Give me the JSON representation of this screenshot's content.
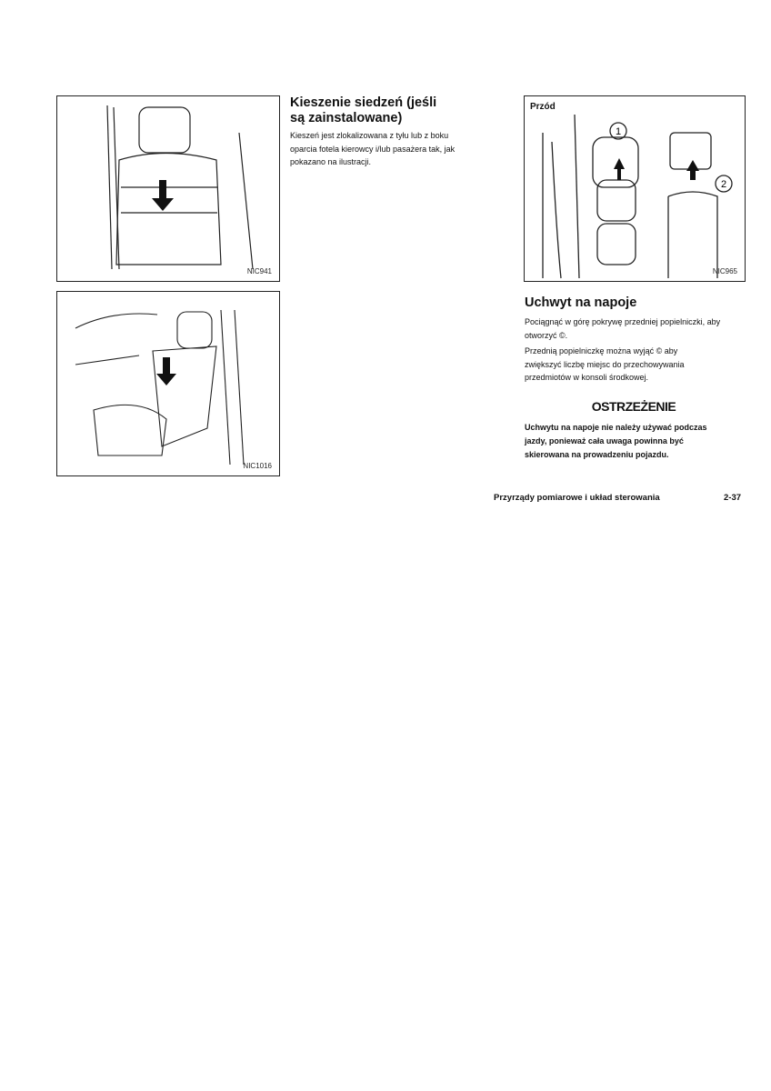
{
  "figures": {
    "seat_back": {
      "code": "NIC941"
    },
    "seat_side": {
      "code": "NIC1016"
    },
    "cupholder": {
      "code": "NIC965",
      "label_front": "Przód",
      "callout_1": "1",
      "callout_2": "2"
    }
  },
  "seat_pockets": {
    "title_line1": "Kieszenie siedzeń (jeśli",
    "title_line2": "są zainstalowane)",
    "body": [
      "Kieszeń jest zlokalizowana z tyłu lub z boku",
      "oparcia fotela kierowcy i/lub pasażera tak, jak",
      "pokazano na ilustracji."
    ]
  },
  "cupholder": {
    "title": "Uchwyt na napoje",
    "para1": [
      "Pociągnąć w górę pokrywę przedniej popielniczki, aby",
      "otworzyć ©."
    ],
    "para2": [
      "Przednią popielniczkę można wyjąć © aby",
      "zwiększyć liczbę miejsc do przechowywania",
      "przedmiotów w konsoli środkowej."
    ],
    "warning_title": "OSTRZEŻENIE",
    "warning": [
      "Uchwytu na napoje nie należy używać podczas",
      "jazdy, ponieważ cała uwaga powinna być",
      "skierowana na prowadzeniu pojazdu."
    ]
  },
  "footer": {
    "section": "Przyrządy pomiarowe i układ sterowania",
    "page": "2-37"
  }
}
